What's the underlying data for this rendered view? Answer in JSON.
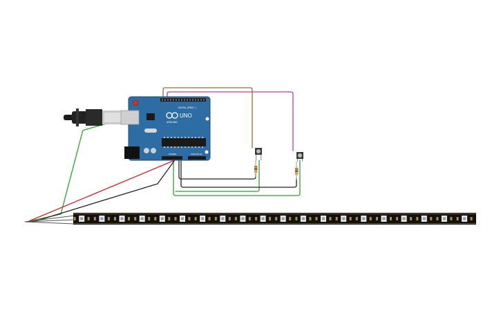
{
  "board": {
    "logo_text": "UNO",
    "brand_text": "ARDUINO",
    "digital_label": "DIGITAL (PWM ~)",
    "power_label": "POWER",
    "analog_label": "ANALOG IN"
  },
  "colors": {
    "board": "#2e6da4",
    "board_dark": "#1f4f7a",
    "wire_green": "#2aa12a",
    "wire_red": "#d2202a",
    "wire_black": "#222222",
    "wire_brown": "#9a6a3a",
    "wire_magenta": "#c23a9a",
    "strip": "#111111",
    "led": "#e8e8e8"
  },
  "components": {
    "strip_led_count": 20,
    "buttons": 2,
    "resistors": 2
  }
}
